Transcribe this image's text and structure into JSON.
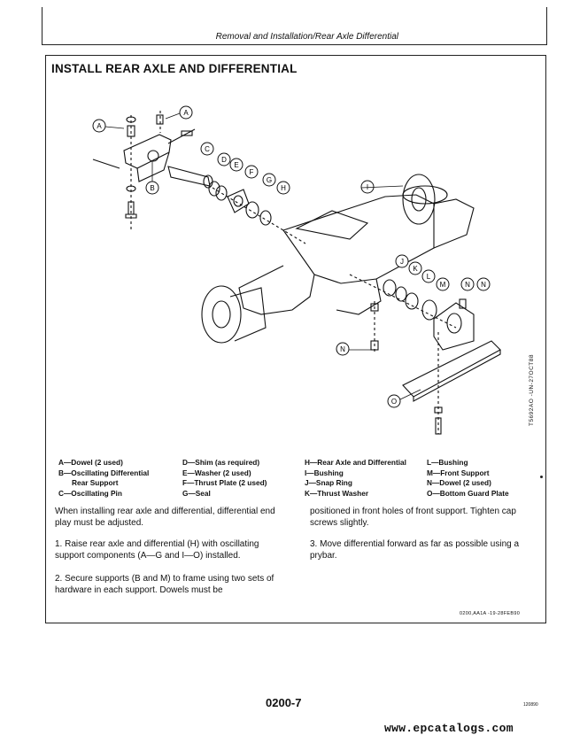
{
  "running_head": "Removal and Installation/Rear Axle Differential",
  "title": "INSTALL REAR AXLE AND DIFFERENTIAL",
  "illustration": {
    "callouts": [
      "A",
      "A",
      "B",
      "C",
      "D",
      "E",
      "F",
      "G",
      "H",
      "I",
      "J",
      "K",
      "L",
      "M",
      "N",
      "N",
      "O"
    ],
    "side_code": "T5692AO    -UN-27OCT88"
  },
  "legend": {
    "col1": [
      "A—Dowel (2 used)",
      "B—Oscillating Differential",
      "Rear Support",
      "C—Oscillating Pin"
    ],
    "col2": [
      "D—Shim (as required)",
      "E—Washer (2 used)",
      "F—Thrust Plate (2 used)",
      "G—Seal"
    ],
    "col3": [
      "H—Rear Axle and Differential",
      "I—Bushing",
      "J—Snap Ring",
      "K—Thrust Washer"
    ],
    "col4": [
      "L—Bushing",
      "M—Front Support",
      "N—Dowel (2 used)",
      "O—Bottom Guard Plate"
    ]
  },
  "body": {
    "intro": "When installing rear axle and differential, differential end play must be adjusted.",
    "step1": "1. Raise rear axle and differential (H) with oscillating support components (A—G and I—O) installed.",
    "step2": "2. Secure supports (B and M) to frame using two sets of hardware in each support. Dowels must be",
    "step2_cont": "positioned in front holes of front support. Tighten cap screws slightly.",
    "step3": "3. Move differential forward as far as possible using a prybar."
  },
  "footer": {
    "date_code": "0200,AA1A     -19-28FEB90",
    "page_number": "0200-7",
    "small_code": "120890",
    "website": "www.epcatalogs.com"
  }
}
